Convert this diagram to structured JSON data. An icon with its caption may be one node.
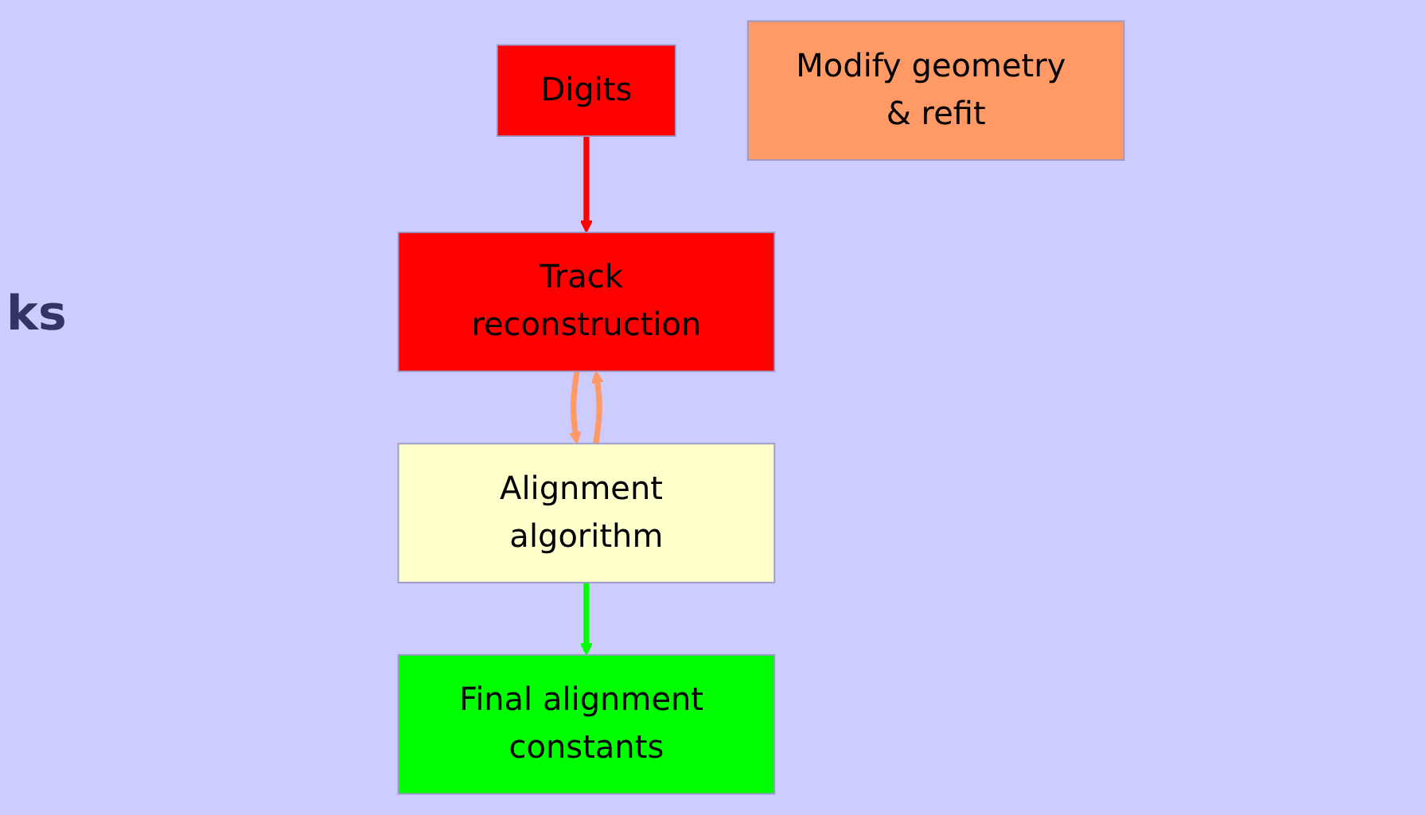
{
  "diagram": {
    "nodes": [
      {
        "text": [
          "Digits"
        ]
      },
      {
        "text": [
          "Track reconstruction"
        ]
      },
      {
        "text": [
          "Alignment algorithm"
        ]
      },
      {
        "text": [
          "Modify geometry & refit"
        ]
      },
      {
        "text": [
          "Final alignment constants"
        ]
      }
    ],
    "edges": [
      {
        "from": 0,
        "to": 1,
        "arrow": "to",
        "color": "#ff0000"
      },
      {
        "from": 1,
        "to": 2,
        "arrow": "to",
        "color": "#ff9966"
      },
      {
        "from": 2,
        "to": 1,
        "arrow": "to",
        "color": "#ff9966"
      },
      {
        "from": 2,
        "to": 4,
        "arrow": "to",
        "color": "#00ff00"
      }
    ],
    "labels": [
      "ks"
    ]
  }
}
